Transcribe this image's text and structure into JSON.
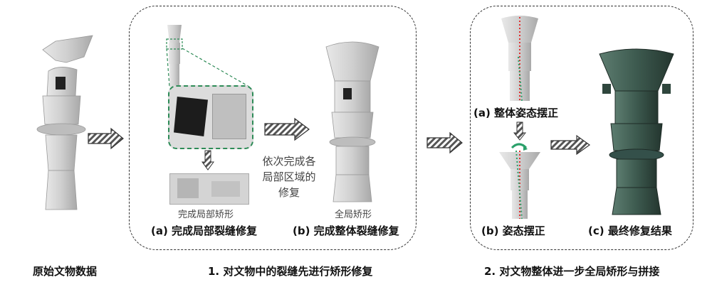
{
  "labels": {
    "original": "原始文物数据",
    "step1_title": "1. 对文物中的裂缝先进行矫形修复",
    "step2_title": "2. 对文物整体进一步全局矫形与拼接",
    "a_local_sub": "完成局部矫形",
    "a_local": "(a) 完成局部裂缝修复",
    "note_lines": [
      "依次完成各",
      "局部区域的",
      "修复"
    ],
    "b_global_sub": "全局矫形",
    "b_global": "(b) 完成整体裂缝修复",
    "a_pose": "(a) 整体姿态摆正",
    "b_pose": "(b) 姿态摆正",
    "c_final": "(c) 最终修复结果"
  },
  "colors": {
    "artifact_gray": "#cfcfcf",
    "artifact_bronze": "#3d5a4f",
    "zoom_box": "#2e8b57",
    "axis_red": "#e03030",
    "axis_green": "#2aa06a",
    "arrow_fill": "#555555"
  }
}
